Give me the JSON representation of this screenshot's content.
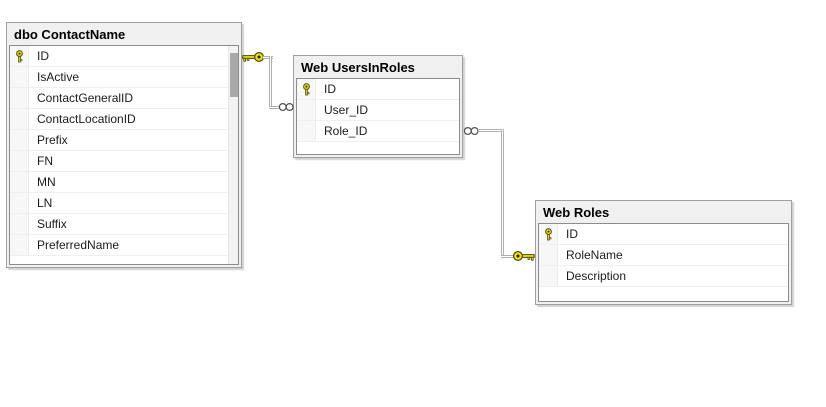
{
  "diagram": {
    "tables": [
      {
        "title": "dbo ContactName",
        "columns": [
          {
            "name": "ID",
            "is_key": true
          },
          {
            "name": "IsActive",
            "is_key": false
          },
          {
            "name": "ContactGeneralID",
            "is_key": false
          },
          {
            "name": "ContactLocationID",
            "is_key": false
          },
          {
            "name": "Prefix",
            "is_key": false
          },
          {
            "name": "FN",
            "is_key": false
          },
          {
            "name": "MN",
            "is_key": false
          },
          {
            "name": "LN",
            "is_key": false
          },
          {
            "name": "Suffix",
            "is_key": false
          },
          {
            "name": "PreferredName",
            "is_key": false
          }
        ],
        "has_scrollbar": true
      },
      {
        "title": "Web UsersInRoles",
        "columns": [
          {
            "name": "ID",
            "is_key": true
          },
          {
            "name": "User_ID",
            "is_key": false
          },
          {
            "name": "Role_ID",
            "is_key": false
          }
        ],
        "has_scrollbar": false
      },
      {
        "title": "Web Roles",
        "columns": [
          {
            "name": "ID",
            "is_key": true
          },
          {
            "name": "RoleName",
            "is_key": false
          },
          {
            "name": "Description",
            "is_key": false
          }
        ],
        "has_scrollbar": false
      }
    ],
    "relationships": [
      {
        "one_side_table": "dbo ContactName",
        "many_side_table": "Web UsersInRoles",
        "one_end_icon": "key-icon",
        "many_end_icon": "infinity-icon"
      },
      {
        "one_side_table": "Web Roles",
        "many_side_table": "Web UsersInRoles",
        "one_end_icon": "key-icon",
        "many_end_icon": "infinity-icon"
      }
    ],
    "icons": {
      "primary_key": "key-icon",
      "many_cardinality": "infinity-icon"
    },
    "colors": {
      "key_yellow": "#f2e204",
      "key_outline": "#4a4a10",
      "line_gray": "#b0b0b0",
      "table_border": "#a0a0a0",
      "title_bg": "#f0f0f0",
      "row_bg": "#ffffff",
      "canvas_bg": "#ffffff"
    }
  }
}
